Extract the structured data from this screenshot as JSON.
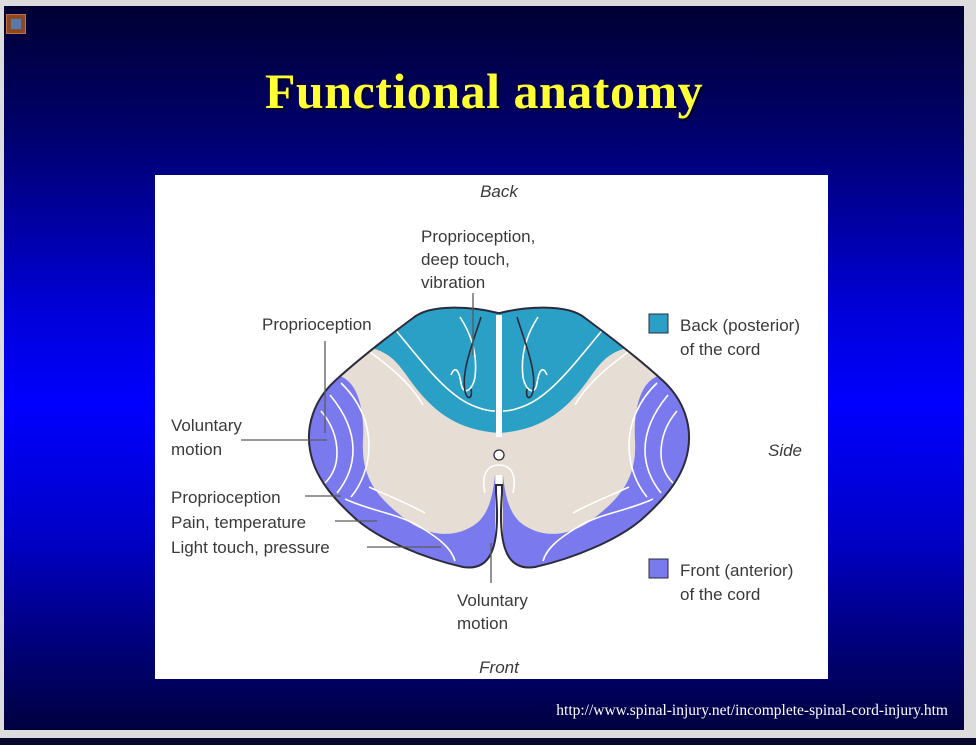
{
  "slide": {
    "title": "Functional anatomy",
    "source_url": "http://www.spinal-injury.net/incomplete-spinal-cord-injury.htm"
  },
  "diagram": {
    "orientation": {
      "top": "Back",
      "right": "Side",
      "bottom": "Front"
    },
    "labels": {
      "dorsal_column_line1": "Proprioception,",
      "dorsal_column_line2": "deep touch,",
      "dorsal_column_line3": "vibration",
      "proprioception_top": "Proprioception",
      "voluntary_motion_left_line1": "Voluntary",
      "voluntary_motion_left_line2": "motion",
      "proprioception_left": "Proprioception",
      "pain_temperature": "Pain, temperature",
      "light_touch_pressure": "Light touch, pressure",
      "voluntary_motion_bottom_line1": "Voluntary",
      "voluntary_motion_bottom_line2": "motion"
    },
    "legend": [
      {
        "line1": "Back (posterior)",
        "line2": "of the cord",
        "color": "#2aa0c6"
      },
      {
        "line1": "Front (anterior)",
        "line2": "of the cord",
        "color": "#7a7aee"
      }
    ],
    "colors": {
      "posterior": "#2aa0c6",
      "anterior": "#7a7aee",
      "gray_matter": "#e6ddd4",
      "outline": "#2b2b3b"
    }
  }
}
